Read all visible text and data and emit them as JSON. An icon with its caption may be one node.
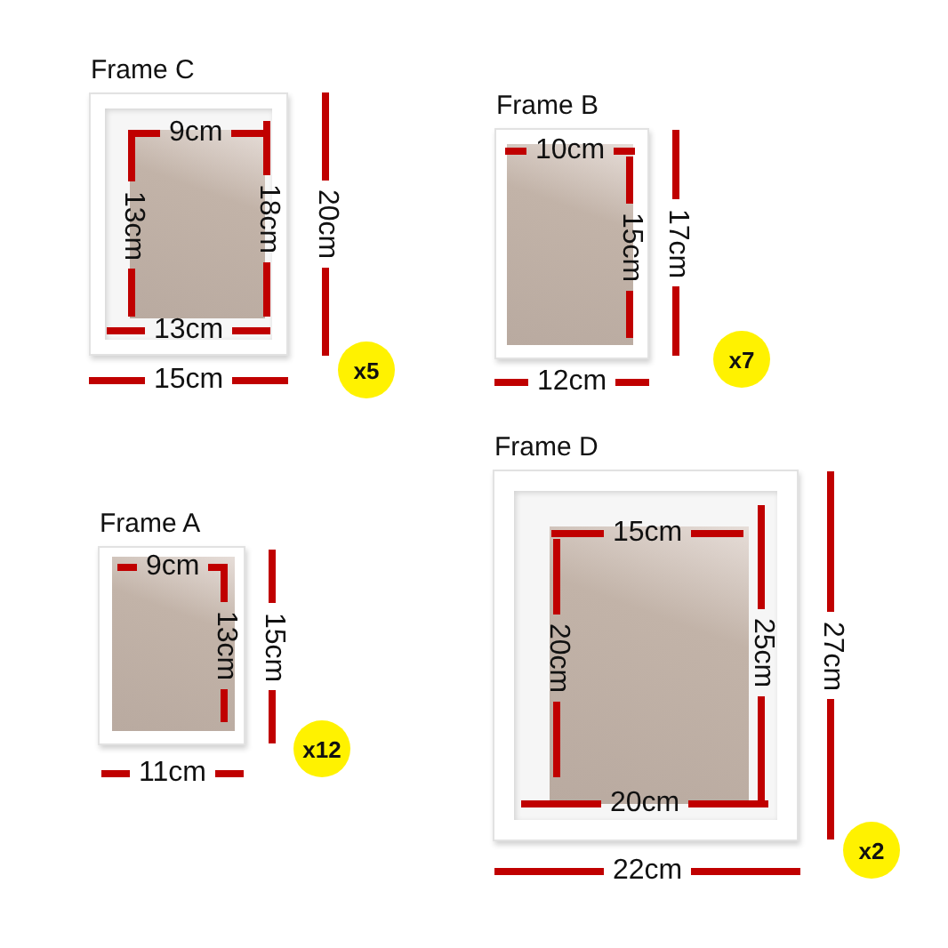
{
  "diagram": {
    "nodes": [
      {
        "text": [
          "Frame C"
        ]
      },
      {
        "text": [
          "x5"
        ]
      },
      {
        "text": [
          "Frame B"
        ]
      },
      {
        "text": [
          "x7"
        ]
      },
      {
        "text": [
          "Frame A"
        ]
      },
      {
        "text": [
          "x12"
        ]
      },
      {
        "text": [
          "Frame D"
        ]
      },
      {
        "text": [
          "x2"
        ]
      }
    ],
    "labels": [
      "9cm",
      "18cm",
      "13cm",
      "13cm",
      "20cm",
      "15cm",
      "10cm",
      "15cm",
      "17cm",
      "12cm",
      "9cm",
      "13cm",
      "15cm",
      "11cm",
      "15cm",
      "25cm",
      "20cm",
      "20cm",
      "27cm",
      "22cm"
    ]
  }
}
